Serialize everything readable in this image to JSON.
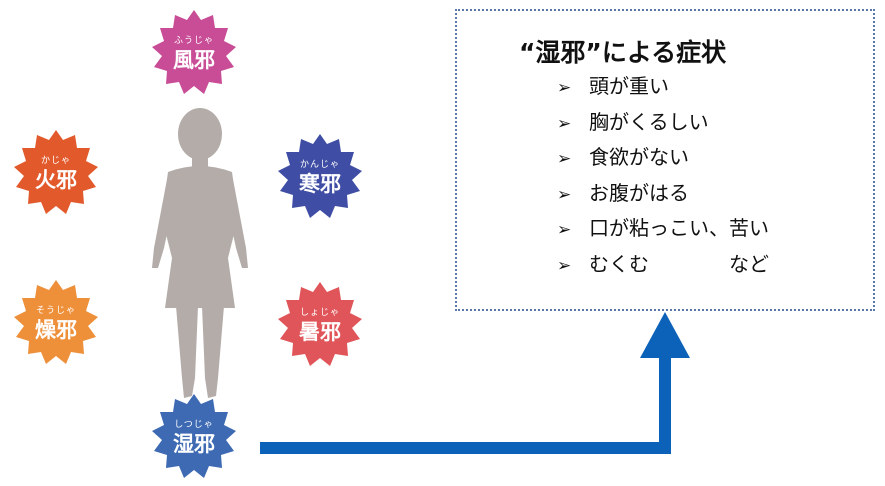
{
  "evils": [
    {
      "id": "fuja",
      "ruby": "ふうじゃ",
      "kanji": "風邪",
      "color": "#c84c96"
    },
    {
      "id": "kaja",
      "ruby": "かじゃ",
      "kanji": "火邪",
      "color": "#e25a2c"
    },
    {
      "id": "kanja",
      "ruby": "かんじゃ",
      "kanji": "寒邪",
      "color": "#3f4ea4"
    },
    {
      "id": "souja",
      "ruby": "そうじゃ",
      "kanji": "燥邪",
      "color": "#ee8f3a"
    },
    {
      "id": "shoja",
      "ruby": "しょじゃ",
      "kanji": "暑邪",
      "color": "#e0555a"
    },
    {
      "id": "shitsuja",
      "ruby": "しつじゃ",
      "kanji": "湿邪",
      "color": "#3d6ab2"
    }
  ],
  "symptoms": {
    "title": "“湿邪”による症状",
    "bullet": "➢",
    "items": [
      "頭が重い",
      "胸がくるしい",
      "食欲がない",
      "お腹がはる",
      "口が粘っこい、苦い",
      "むくむ　　　　など"
    ]
  },
  "colors": {
    "arrow": "#0c62b8",
    "box_border": "#5a78a8",
    "figure": "#b3aca9"
  }
}
